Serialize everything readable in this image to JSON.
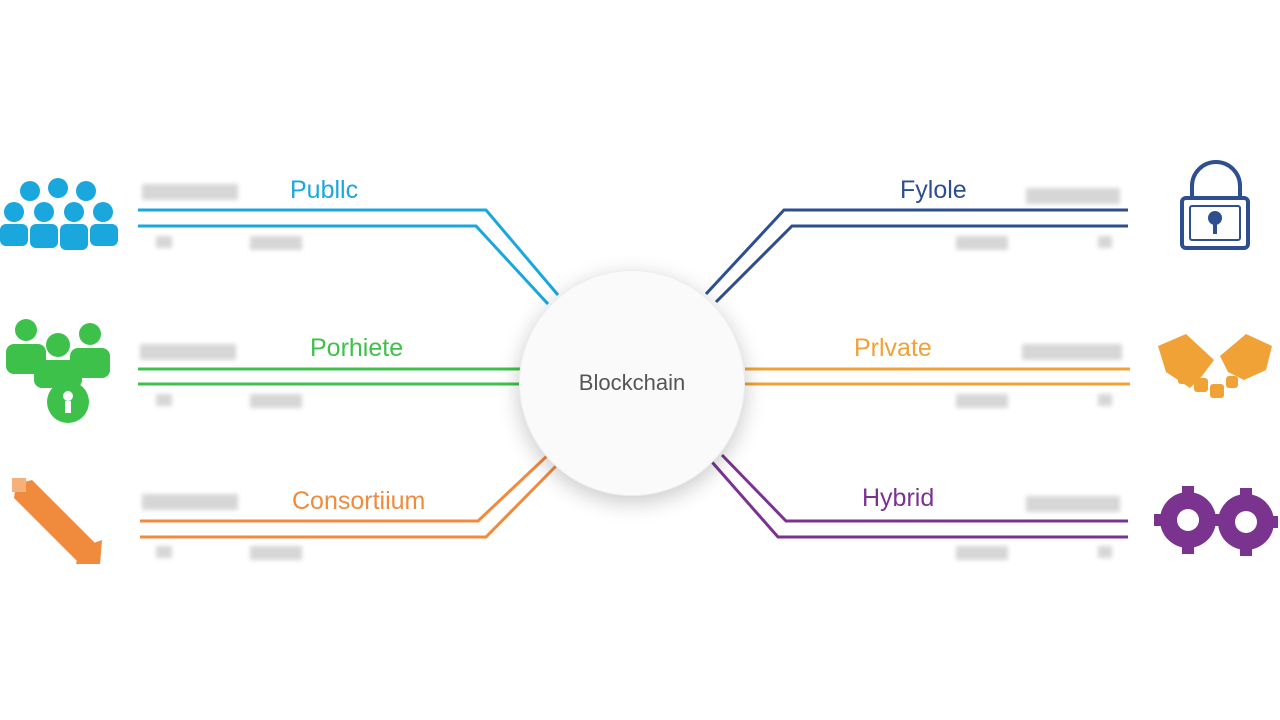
{
  "hub": {
    "label": "Blockchain"
  },
  "colors": {
    "public": "#1aa7dd",
    "permissioned": "#3ec14b",
    "consortium": "#f08a3c",
    "private_top": "#2d4f8f",
    "private": "#f0a236",
    "hybrid": "#7a3490"
  },
  "branches": {
    "public": {
      "label": "Publlc",
      "icon": "people-group-icon"
    },
    "permissioned": {
      "label": "Porhiete",
      "icon": "users-key-icon"
    },
    "consortium": {
      "label": "Consortiium",
      "icon": "diagonal-arrow-icon"
    },
    "private_top": {
      "label": "Fylole",
      "icon": "padlock-icon"
    },
    "private": {
      "label": "Prlvate",
      "icon": "handshake-icon"
    },
    "hybrid": {
      "label": "Hybrid",
      "icon": "gears-icon"
    }
  }
}
